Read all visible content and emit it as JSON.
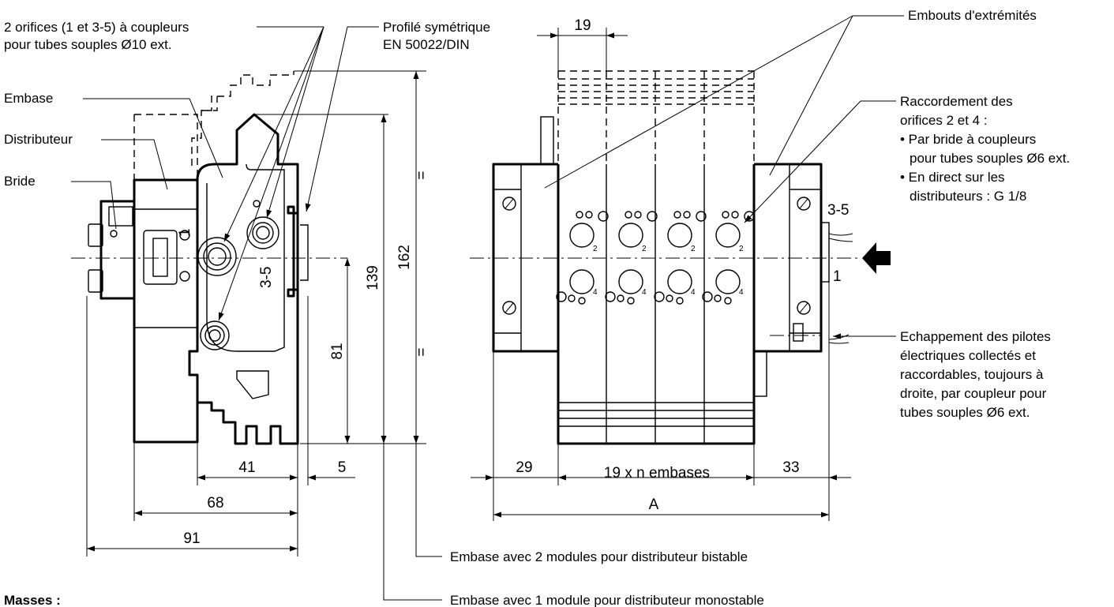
{
  "labels": {
    "orifices_1_35": [
      "2 orifices (1 et 3-5) à coupleurs",
      "pour tubes souples Ø10 ext."
    ],
    "profile": [
      "Profilé symétrique",
      "EN 50022/DIN"
    ],
    "embase": "Embase",
    "distributeur": "Distributeur",
    "bride": "Bride",
    "embouts": "Embouts d'extrémités",
    "raccordement": [
      "Raccordement des",
      "orifices 2 et 4 :",
      "• Par bride à coupleurs",
      "pour tubes souples Ø6 ext.",
      "• En direct sur les",
      "distributeurs : G 1/8"
    ],
    "echappement": [
      "Echappement des pilotes",
      "électriques collectés et",
      "raccordables, toujours à",
      "droite, par coupleur pour",
      "tubes souples Ø6 ext."
    ],
    "embase_2_modules": "Embase avec 2 modules pour distributeur bistable",
    "embase_1_module": "Embase avec 1 module pour distributeur monostable",
    "masses": "Masses :"
  },
  "dimensions": {
    "pitch": "19",
    "h162": "162",
    "h139": "139",
    "h81": "81",
    "w41": "41",
    "w5": "5",
    "w68": "68",
    "w91": "91",
    "w29": "29",
    "w19n": "19 x n embases",
    "w33": "33",
    "wA": "A"
  },
  "port_marks": {
    "side_port_1": "1",
    "side_port_35": "3-5",
    "end_port_35": "3-5",
    "end_port_1": "1",
    "port_2": "2",
    "port_4": "4",
    "gap_mark": "="
  }
}
